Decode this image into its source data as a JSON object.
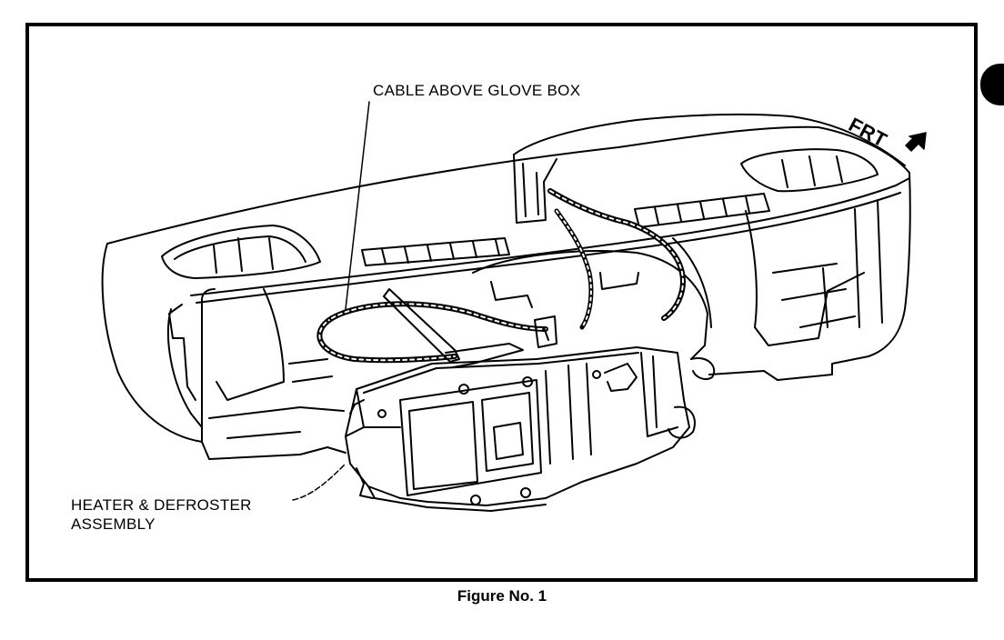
{
  "labels": {
    "cable": "CABLE ABOVE GLOVE BOX",
    "heater_line1": "HEATER & DEFROSTER",
    "heater_line2": "ASSEMBLY",
    "front": "FRT"
  },
  "caption": "Figure No. 1",
  "colors": {
    "ink": "#000000",
    "paper": "#ffffff"
  }
}
